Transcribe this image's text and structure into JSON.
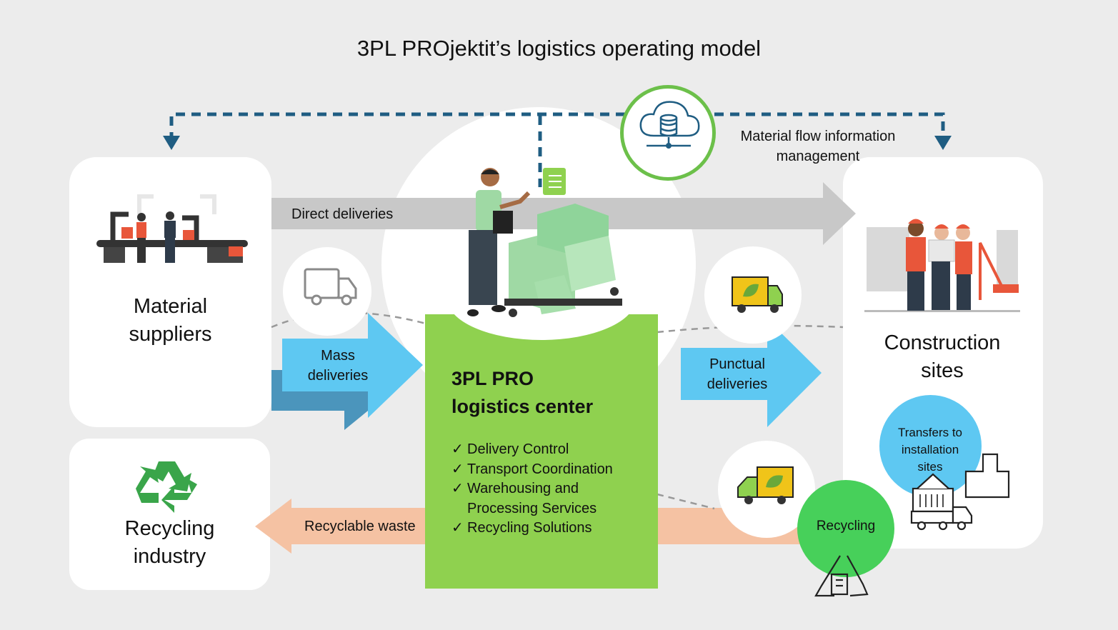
{
  "title": "3PL PROjektit’s logistics operating model",
  "info_flow": {
    "label_line1": "Material flow information",
    "label_line2": "management",
    "icon": "cloud-database-icon"
  },
  "nodes": {
    "suppliers": {
      "line1": "Material",
      "line2": "suppliers",
      "icon": "factory-illustration"
    },
    "recycling_industry": {
      "line1": "Recycling",
      "line2": "industry",
      "icon": "recycle-icon"
    },
    "construction": {
      "line1": "Construction",
      "line2": "sites",
      "icon": "construction-workers-illustration"
    },
    "center": {
      "title_line1": "3PL PRO",
      "title_line2": "logistics center",
      "services": [
        "Delivery Control",
        "Transport Coordination",
        "Warehousing and",
        "Processing Services",
        "Recycling Solutions"
      ]
    }
  },
  "flows": {
    "direct": "Direct deliveries",
    "mass_line1": "Mass",
    "mass_line2": "deliveries",
    "punctual_line1": "Punctual",
    "punctual_line2": "deliveries",
    "recyclable": "Recyclable waste"
  },
  "badges": {
    "transfers_line1": "Transfers to",
    "transfers_line2": "installation",
    "transfers_line3": "sites",
    "recycling": "Recycling"
  },
  "colors": {
    "background": "#ececec",
    "info_dashed": "#1f5d82",
    "direct_arrow": "#c8c8c8",
    "blue_arrow": "#5ec8f2",
    "blue_arrow_shadow": "#2f86b4",
    "waste_arrow": "#f5c2a3",
    "center_green": "#8fd14f",
    "recycling_green": "#47d05a",
    "transfers_blue": "#5ec8f2",
    "cloud_ring": "#6cc04a"
  }
}
